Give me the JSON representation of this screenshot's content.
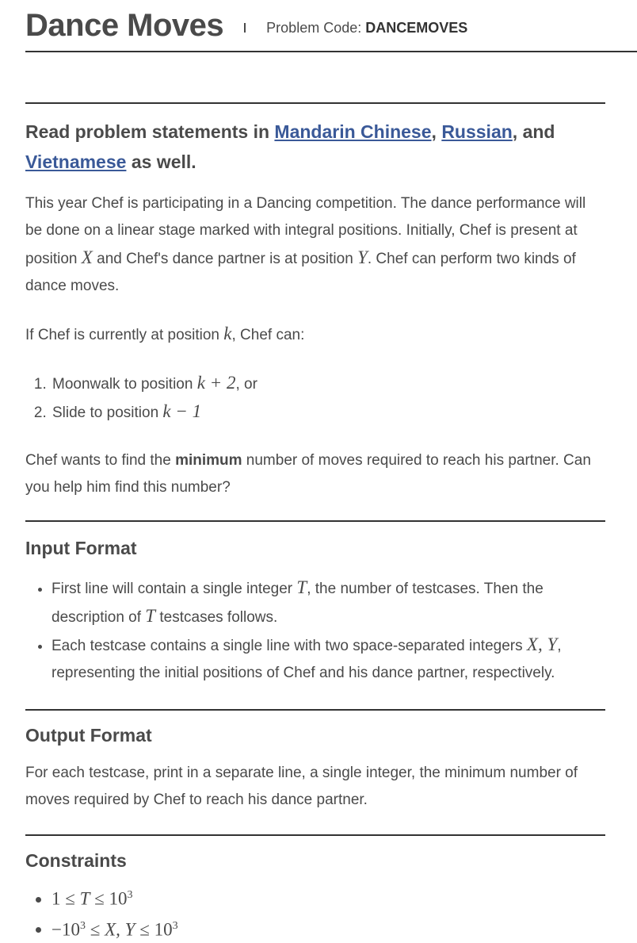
{
  "header": {
    "title": "Dance Moves",
    "code_label": "Problem Code:",
    "code_value": "DANCEMOVES"
  },
  "readnote": {
    "prefix": "Read problem statements in ",
    "lang1": "Mandarin Chinese",
    "comma": ", ",
    "lang2": "Russian",
    "and": ", and ",
    "lang3": "Vietnamese",
    "suffix": " as well."
  },
  "statement": {
    "p1_a": "This year Chef is participating in a Dancing competition. The dance performance will be done on a linear stage marked with integral positions. Initially, Chef is present at position ",
    "p1_x": "X",
    "p1_b": " and Chef's dance partner is at position ",
    "p1_y": "Y",
    "p1_c": ". Chef can perform two kinds of dance moves.",
    "p2_a": "If Chef is currently at position ",
    "p2_k": "k",
    "p2_b": ", Chef can:",
    "move1_a": "Moonwalk to position ",
    "move1_math": "k + 2",
    "move1_b": ", or",
    "move2_a": "Slide to position ",
    "move2_math": "k − 1",
    "p3_a": "Chef wants to find the ",
    "p3_bold": "minimum",
    "p3_b": " number of moves required to reach his partner. Can you help him find this number?"
  },
  "input_format": {
    "heading": "Input Format",
    "item1_a": "First line will contain a single integer ",
    "item1_t": "T",
    "item1_b": ", the number of testcases. Then the description of ",
    "item1_t2": "T",
    "item1_c": " testcases follows.",
    "item2_a": "Each testcase contains a single line with two space-separated integers ",
    "item2_math": "X, Y",
    "item2_b": ", representing the initial positions of Chef and his dance partner, respectively."
  },
  "output_format": {
    "heading": "Output Format",
    "text": "For each testcase, print in a separate line, a single integer, the minimum number of moves required by Chef to reach his dance partner."
  },
  "constraints": {
    "heading": "Constraints",
    "c1_a": "1 ≤ ",
    "c1_t": "T",
    "c1_b": " ≤ 10",
    "c1_exp": "3",
    "c2_a": "−10",
    "c2_exp": "3",
    "c2_b": " ≤ ",
    "c2_xy": "X, Y",
    "c2_c": " ≤ 10",
    "c2_exp2": "3"
  }
}
